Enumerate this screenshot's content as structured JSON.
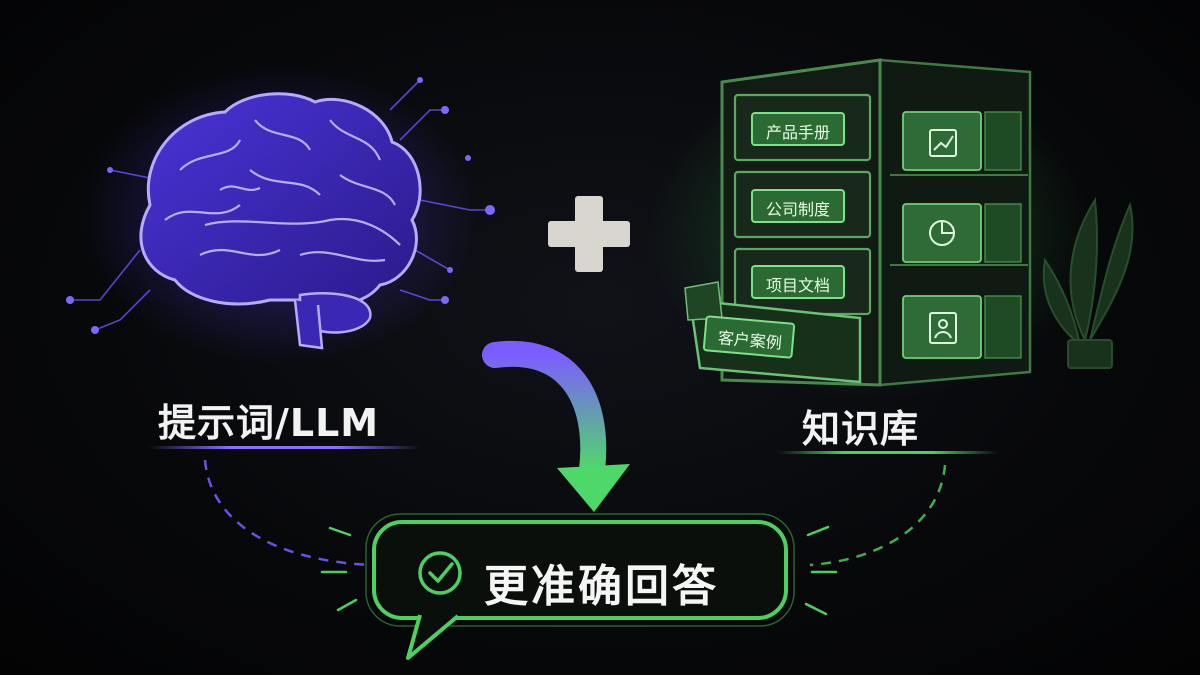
{
  "left": {
    "label": "提示词/LLM",
    "icon": "brain-icon",
    "color": "#6b4cff"
  },
  "operator": {
    "icon": "plus-icon"
  },
  "right": {
    "label": "知识库",
    "icon": "file-cabinet-icon",
    "color": "#4bd061",
    "drawers": [
      "产品手册",
      "公司制度",
      "项目文档",
      "客户案例"
    ]
  },
  "result": {
    "label": "更准确回答",
    "icon": "check-circle-icon",
    "color": "#46d35c"
  }
}
